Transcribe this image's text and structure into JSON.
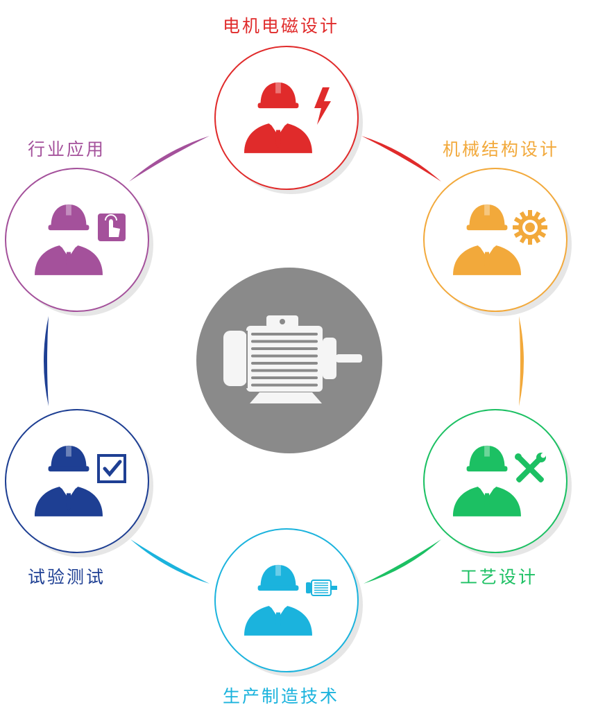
{
  "center": {
    "icon": "electric-motor-icon",
    "color": "#8a8a8a"
  },
  "nodes": [
    {
      "key": "electromagnetic",
      "label": "电机电磁设计",
      "color": "#e02b2b",
      "badge_icon": "lightning-icon"
    },
    {
      "key": "mechanical",
      "label": "机械结构设计",
      "color": "#f2a93b",
      "badge_icon": "gear-icon"
    },
    {
      "key": "process",
      "label": "工艺设计",
      "color": "#1cc063",
      "badge_icon": "wrench-screwdriver-icon"
    },
    {
      "key": "manufacturing",
      "label": "生产制造技术",
      "color": "#1bb3dd",
      "badge_icon": "motor-icon"
    },
    {
      "key": "testing",
      "label": "试验测试",
      "color": "#1e3f93",
      "badge_icon": "checkbox-icon"
    },
    {
      "key": "application",
      "label": "行业应用",
      "color": "#a4519b",
      "badge_icon": "touch-hand-icon"
    }
  ]
}
